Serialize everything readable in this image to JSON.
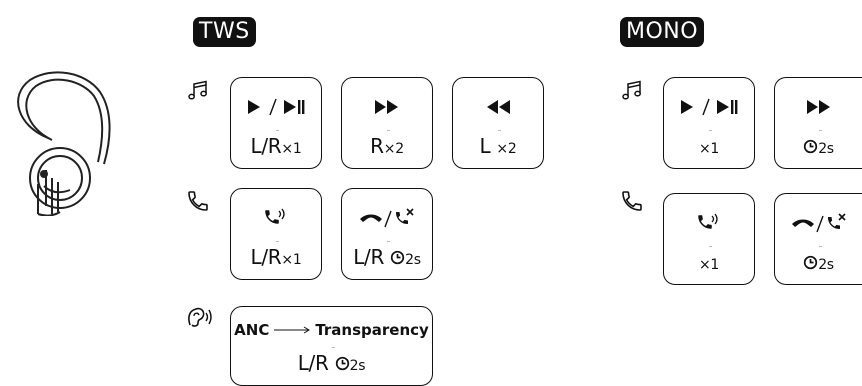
{
  "tws": {
    "title": "TWS",
    "music": [
      {
        "label": "L/R",
        "count": "×1",
        "icon": "play-pause-icon"
      },
      {
        "label": "R",
        "count": "×2",
        "icon": "fast-forward-icon"
      },
      {
        "label": "L",
        "count": "×2",
        "icon": "rewind-icon"
      }
    ],
    "call": [
      {
        "label": "L/R",
        "count": "×1",
        "icon": "answer-call-icon"
      },
      {
        "label": "L/R",
        "duration": "2s",
        "icon": "hang-up-reject-icon"
      }
    ],
    "anc": {
      "from": "ANC",
      "to": "Transparency",
      "label": "L/R",
      "duration": "2s"
    }
  },
  "mono": {
    "title": "MONO",
    "music": [
      {
        "count": "×1",
        "icon": "play-pause-icon"
      },
      {
        "duration": "2s",
        "icon": "fast-forward-icon"
      }
    ],
    "call": [
      {
        "count": "×1",
        "icon": "answer-call-icon"
      },
      {
        "duration": "2s",
        "icon": "hang-up-reject-icon"
      }
    ]
  },
  "icons": {
    "music": "music-note-icon",
    "call": "phone-icon",
    "ear": "ear-sound-icon",
    "timer": "clock-icon"
  },
  "colors": {
    "ink": "#111111",
    "background": "#ffffff"
  }
}
